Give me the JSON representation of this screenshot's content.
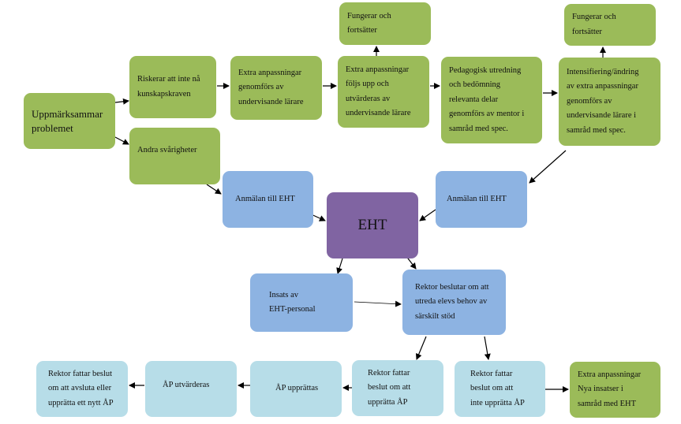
{
  "nodes": {
    "uppmarksammar": [
      "Uppmärksammar",
      "problemet"
    ],
    "riskerar": [
      "Riskerar att inte nå",
      "kunskapskraven"
    ],
    "andra": [
      "Andra svårigheter"
    ],
    "extra1": [
      "Extra anpassningar",
      "genomförs av",
      "undervisande lärare"
    ],
    "fungerar1": [
      "Fungerar och",
      "fortsätter"
    ],
    "extra2": [
      "Extra anpassningar",
      "följs upp och",
      "utvärderas av",
      "undervisande lärare"
    ],
    "pedagogisk": [
      "Pedagogisk utredning",
      "och bedömning",
      "relevanta delar",
      "genomförs av mentor i",
      "samråd med spec."
    ],
    "fungerar2": [
      "Fungerar och",
      "fortsätter"
    ],
    "intensifiering": [
      "Intensifiering/ändring",
      "av extra anpassningar",
      "genomförs av",
      "undervisande lärare i",
      "samråd med spec."
    ],
    "anmalan1": [
      "Anmälan till EHT"
    ],
    "anmalan2": [
      "Anmälan till EHT"
    ],
    "eht": [
      "EHT"
    ],
    "insats": [
      "Insats av",
      "EHT-personal"
    ],
    "rektor_utreda": [
      "Rektor beslutar om att",
      "utreda elevs behov av",
      "särskilt stöd"
    ],
    "rektor_upprätta": [
      "Rektor fattar",
      "beslut om att",
      "upprätta ÅP"
    ],
    "rektor_inte": [
      "Rektor fattar",
      "beslut om att",
      "inte upprätta ÅP"
    ],
    "extra3": [
      "Extra anpassningar",
      "Nya insatser i",
      "samråd med EHT"
    ],
    "ap_upprattas": [
      "ÅP upprättas"
    ],
    "ap_utvarderas": [
      "ÅP utvärderas"
    ],
    "rektor_avsluta": [
      "Rektor fattar beslut",
      "om att avsluta eller",
      "upprätta ett nytt ÅP"
    ]
  },
  "colors": {
    "green": "#9bbb59",
    "blue": "#8db3e2",
    "light_blue": "#b7dde8",
    "purple": "#8064a2",
    "arrow": "#000000"
  }
}
